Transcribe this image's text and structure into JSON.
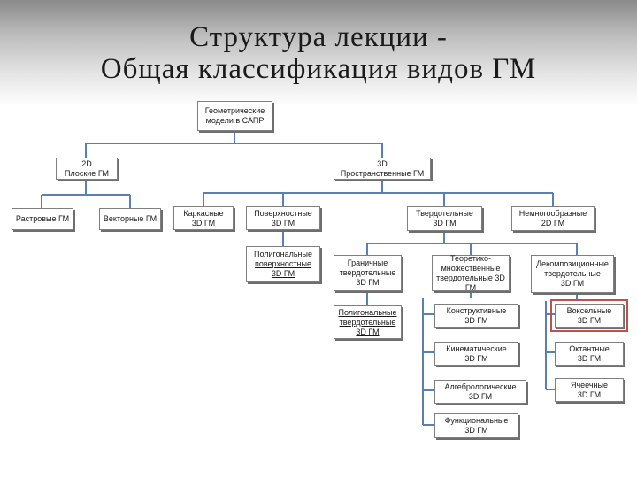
{
  "title": {
    "line1": "Структура лекции -",
    "line2": "Общая классификация видов ГМ"
  },
  "nodes": {
    "root": "Геометрические\nмодели в САПР",
    "n2d": "2D\nПлоские ГМ",
    "n3d": "3D\nПространственные ГМ",
    "raster": "Растровые ГМ",
    "vector": "Векторные ГМ",
    "wire": "Каркасные\n3D ГМ",
    "surface": "Поверхностные\n3D ГМ",
    "solid": "Твердотельные\n3D ГМ",
    "manifold": "Немногообразные\n2D ГМ",
    "polysurf": "Полигональные\nповерхностные\n3D ГМ",
    "boundary": "Граничные\nтвердотельные\n3D ГМ",
    "settheory": "Теоретико-\nмножественные\nтвердотельные 3D ГМ",
    "decomp": "Декомпозиционные\nтвердотельные\n3D ГМ",
    "polysolid": "Полигональные\nтвердотельные\n3D ГМ",
    "constructive": "Конструктивные\n3D ГМ",
    "kinematic": "Кинематические\n3D ГМ",
    "algebraic": "Алгебрологические\n3D ГМ",
    "functional": "Функциональные\n3D ГМ",
    "voxel": "Воксельные\n3D ГМ",
    "octree": "Октантные\n3D ГМ",
    "cellular": "Ячеечные\n3D ГМ"
  },
  "colors": {
    "connector": "#5b7fb0",
    "highlight": "#c0504d"
  }
}
